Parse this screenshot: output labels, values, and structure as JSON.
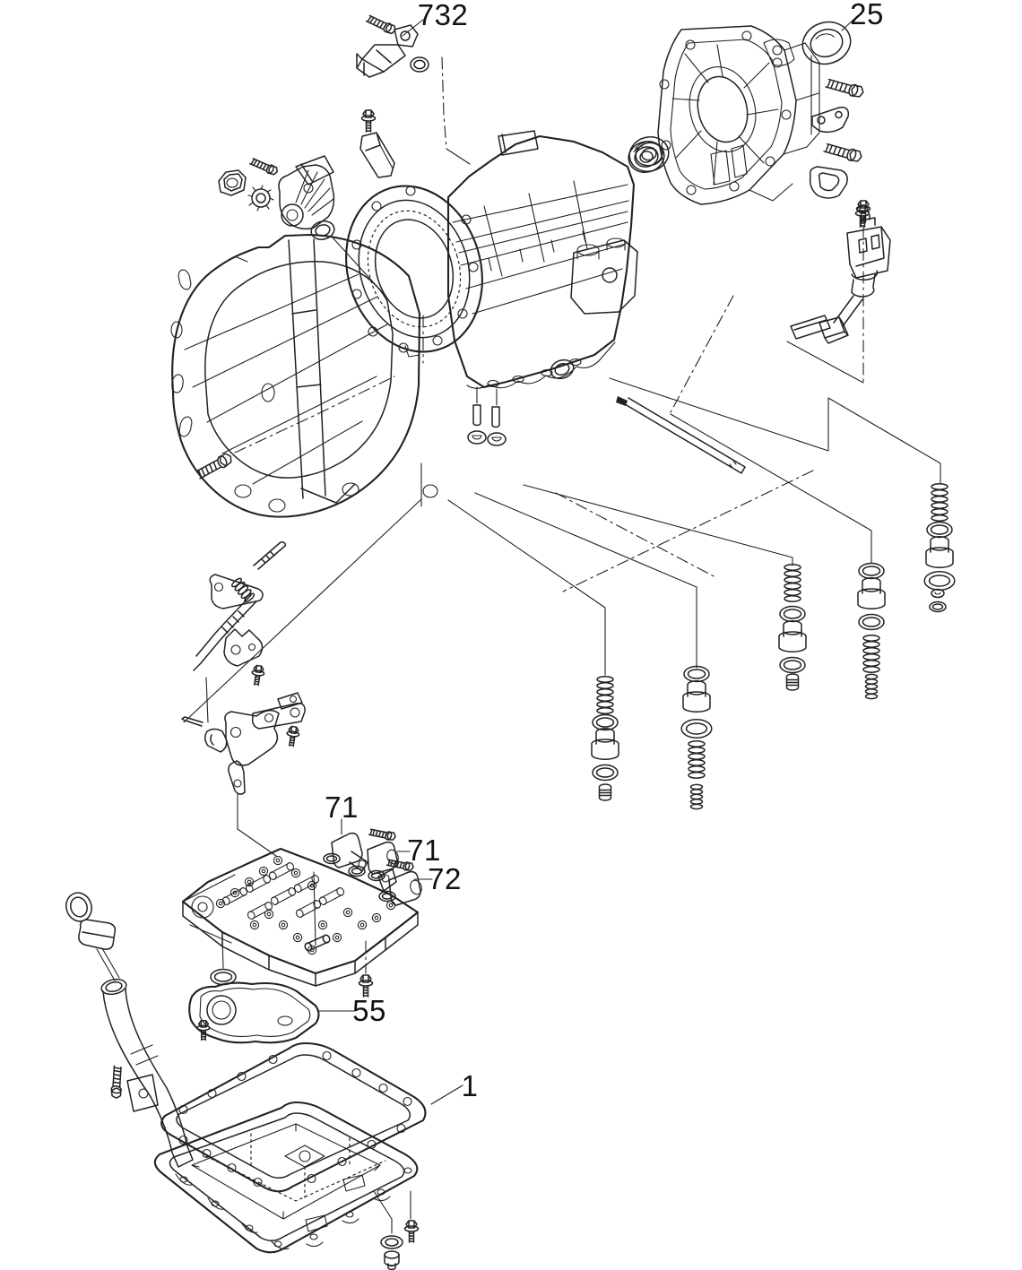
{
  "diagram": {
    "kind": "exploded-parts-line-drawing",
    "background_color": "#ffffff",
    "line_color": "#222222",
    "label_color": "#111111",
    "callouts": [
      {
        "label": "732",
        "part": "speed-sensor-assembly"
      },
      {
        "label": "25",
        "part": "extension-housing-oil-seal"
      },
      {
        "label": "71",
        "part": "shift-solenoid-a"
      },
      {
        "label": "71",
        "part": "shift-solenoid-b"
      },
      {
        "label": "72",
        "part": "lockup-solenoid"
      },
      {
        "label": "55",
        "part": "oil-strainer"
      },
      {
        "label": "1",
        "part": "oil-pan"
      }
    ],
    "parts_depicted": [
      "bell-housing",
      "transmission-case",
      "adapter-plate",
      "extension-housing",
      "oil-seal",
      "rear-bearing",
      "inhibitor-switch",
      "lock-nut",
      "lock-washer",
      "speed-sensor",
      "position-sensor-connector",
      "manual-shift-linkage",
      "detent-spring",
      "manual-valve-rod",
      "parking-rod",
      "output-shaft",
      "accumulator-springs",
      "accumulator-pistons",
      "o-rings",
      "valve-body",
      "shift-solenoids",
      "oil-strainer",
      "strainer-o-ring",
      "pan-gasket",
      "oil-pan",
      "drain-plug",
      "drain-plug-gasket",
      "pan-bolts",
      "dipstick",
      "dipstick-tube",
      "tube-bracket",
      "mounting-bolts"
    ]
  }
}
